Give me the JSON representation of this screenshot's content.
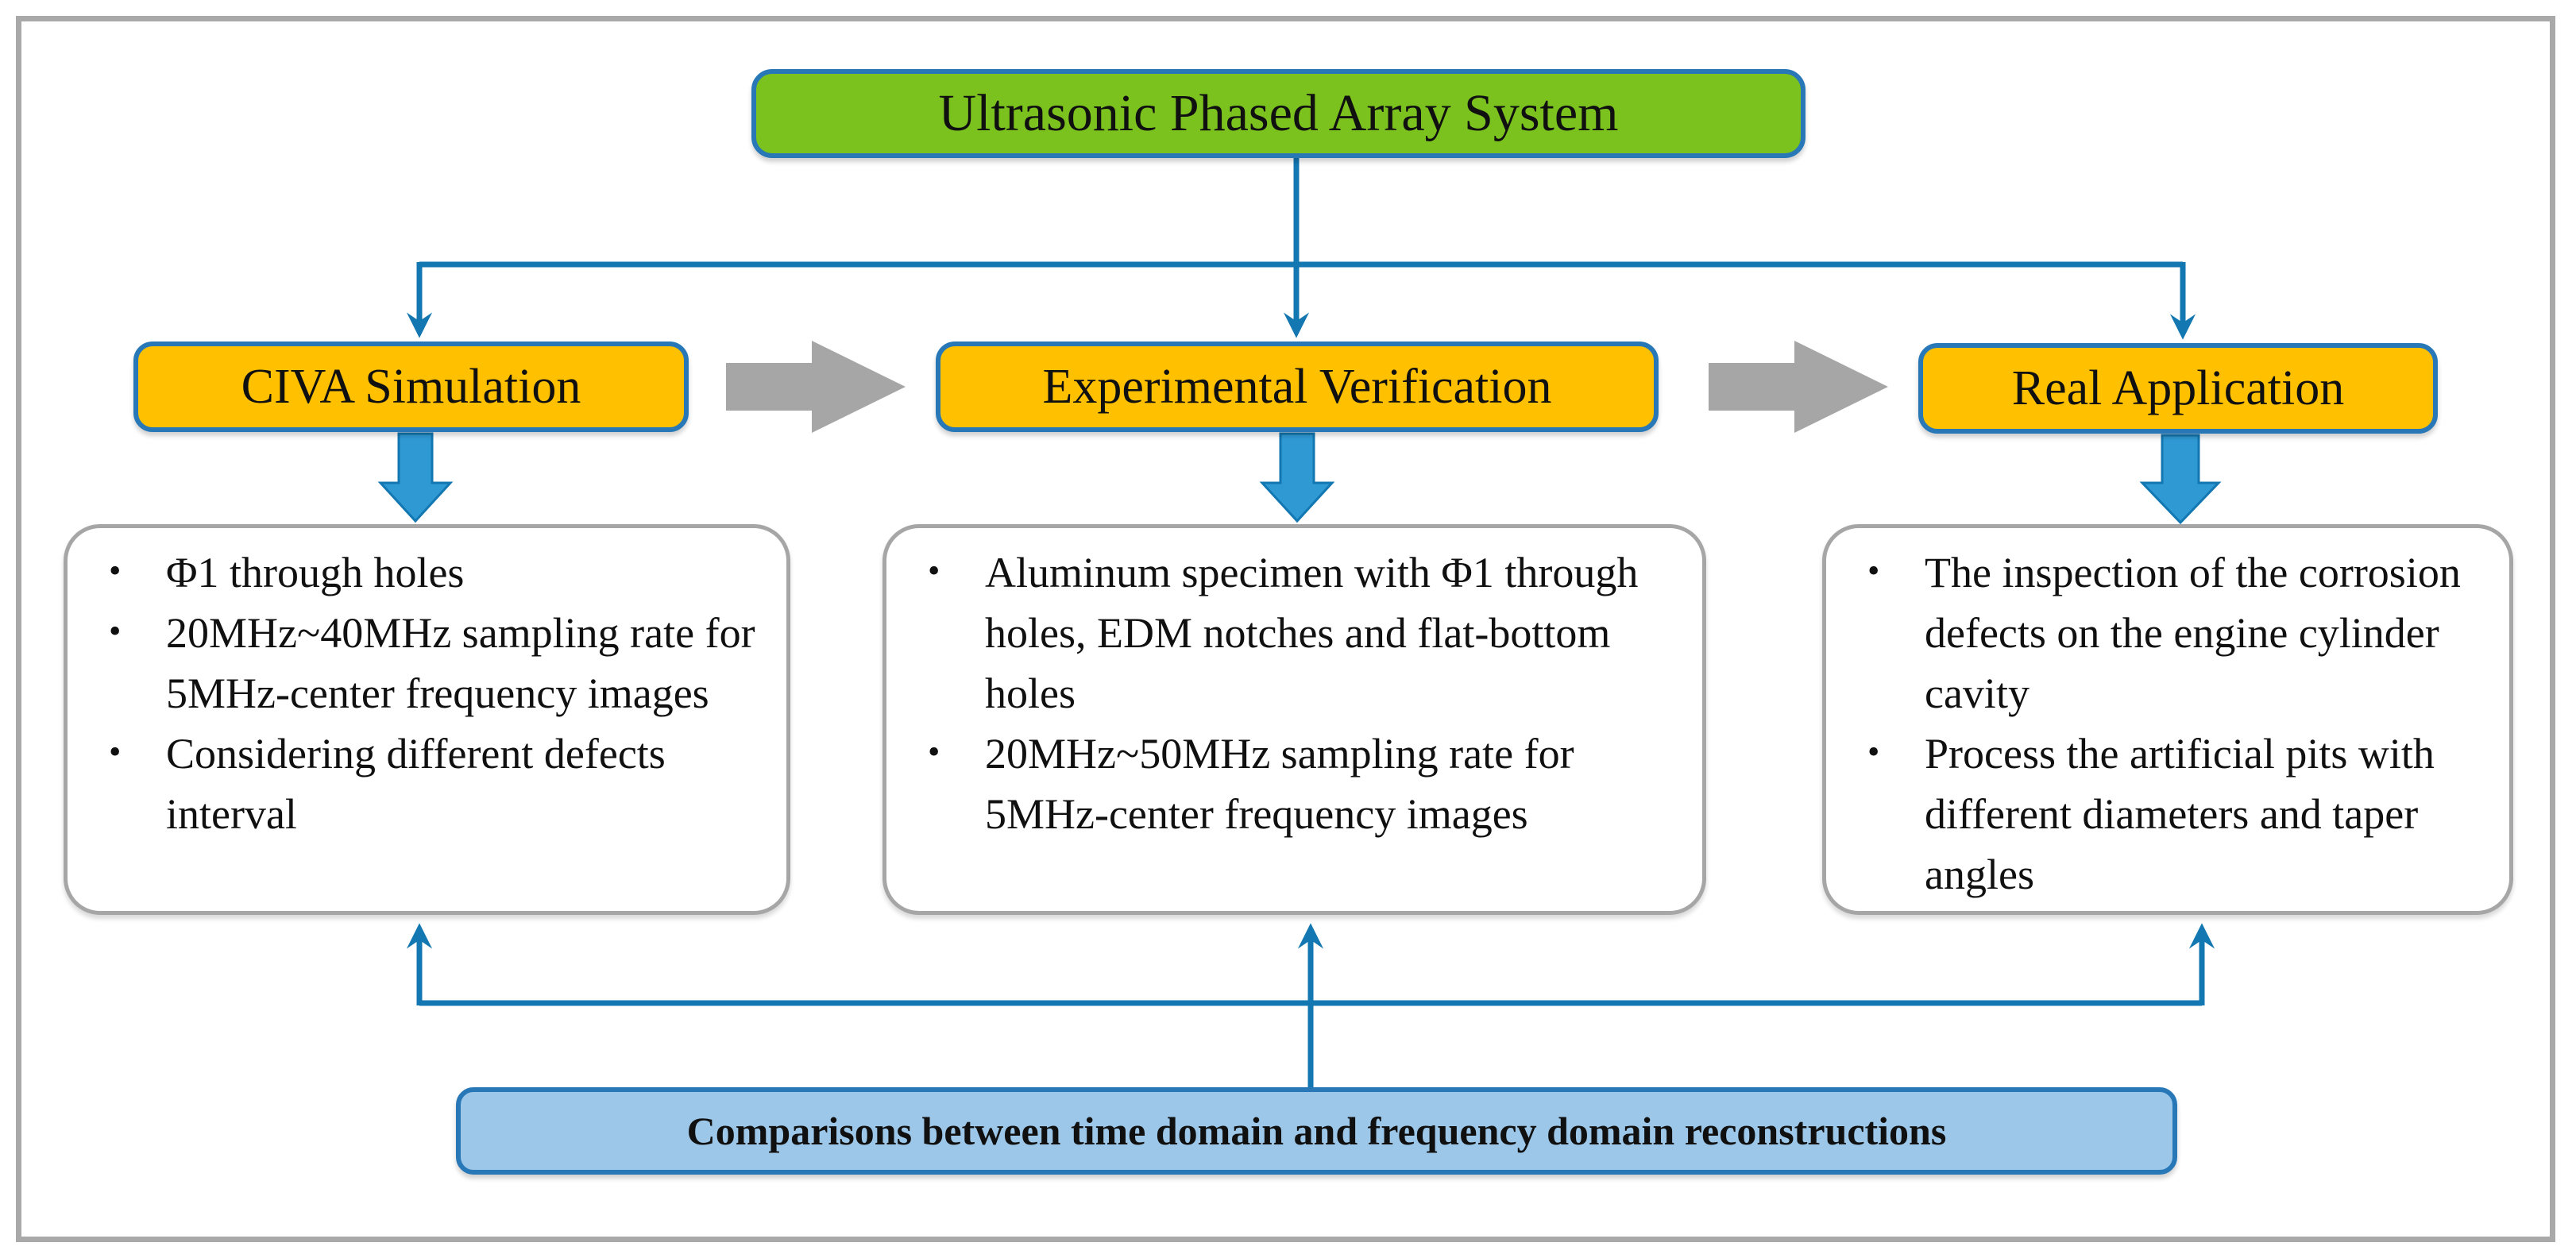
{
  "figure": {
    "title_box": {
      "label": "Ultrasonic Phased Array System"
    },
    "stage_boxes": [
      {
        "label": "CIVA Simulation"
      },
      {
        "label": "Experimental Verification"
      },
      {
        "label": "Real Application"
      }
    ],
    "detail_boxes": [
      {
        "bullets": [
          "Φ1 through holes",
          "20MHz~40MHz sampling rate for 5MHz-center frequency images",
          "Considering different defects interval"
        ]
      },
      {
        "bullets": [
          "Aluminum specimen with Φ1 through holes, EDM notches and flat-bottom holes",
          "20MHz~50MHz sampling rate for 5MHz-center frequency images"
        ]
      },
      {
        "bullets": [
          "The inspection of the corrosion defects on the engine cylinder cavity",
          "Process the artificial pits with different diameters and taper angles"
        ]
      }
    ],
    "bottom_box": {
      "label": "Comparisons between time domain and frequency domain reconstructions"
    },
    "bullet_char": "•",
    "colors": {
      "title_fill": "#7cc21e",
      "stage_fill": "#ffc000",
      "bottom_fill": "#9cc7e8",
      "box_border_blue": "#2878b8",
      "detail_border_gray": "#a6a6a6",
      "connector_blue": "#1377b2",
      "block_arrow_blue": "#2f99d4",
      "block_arrow_gray": "#a6a6a6",
      "frame_gray": "#a9a9a9"
    }
  }
}
